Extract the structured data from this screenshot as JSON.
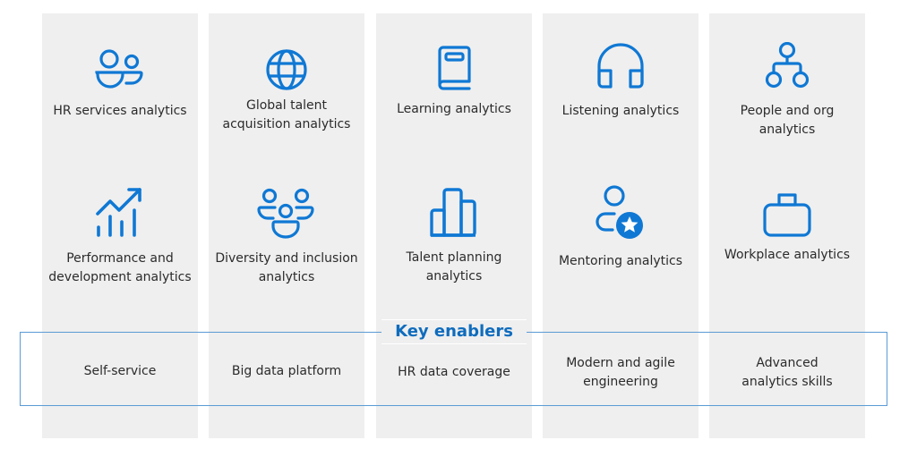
{
  "colors": {
    "icon_blue": "#0f78d4",
    "title_blue": "#0f6cbd",
    "border_blue": "#5b9bd5",
    "panel_gray": "#efefef",
    "text": "#2b2b2b"
  },
  "columns": [
    {
      "top": {
        "icon": "people-icon",
        "label": "HR services analytics"
      },
      "bottom": {
        "icon": "trending-chart-icon",
        "label": "Performance and\ndevelopment analytics"
      },
      "enabler": "Self-service"
    },
    {
      "top": {
        "icon": "globe-icon",
        "label": "Global talent\nacquisition analytics"
      },
      "bottom": {
        "icon": "people-community-icon",
        "label": "Diversity and inclusion\nanalytics"
      },
      "enabler": "Big data platform"
    },
    {
      "top": {
        "icon": "book-icon",
        "label": "Learning analytics"
      },
      "bottom": {
        "icon": "bar-chart-icon",
        "label": "Talent planning\nanalytics"
      },
      "enabler": "HR data coverage"
    },
    {
      "top": {
        "icon": "headphones-icon",
        "label": "Listening analytics"
      },
      "bottom": {
        "icon": "person-star-icon",
        "label": "Mentoring analytics"
      },
      "enabler": "Modern and agile\nengineering"
    },
    {
      "top": {
        "icon": "org-chart-icon",
        "label": "People and org\nanalytics"
      },
      "bottom": {
        "icon": "briefcase-icon",
        "label": "Workplace analytics"
      },
      "enabler": "Advanced\nanalytics skills"
    }
  ],
  "enablers": {
    "title": "Key enablers"
  }
}
